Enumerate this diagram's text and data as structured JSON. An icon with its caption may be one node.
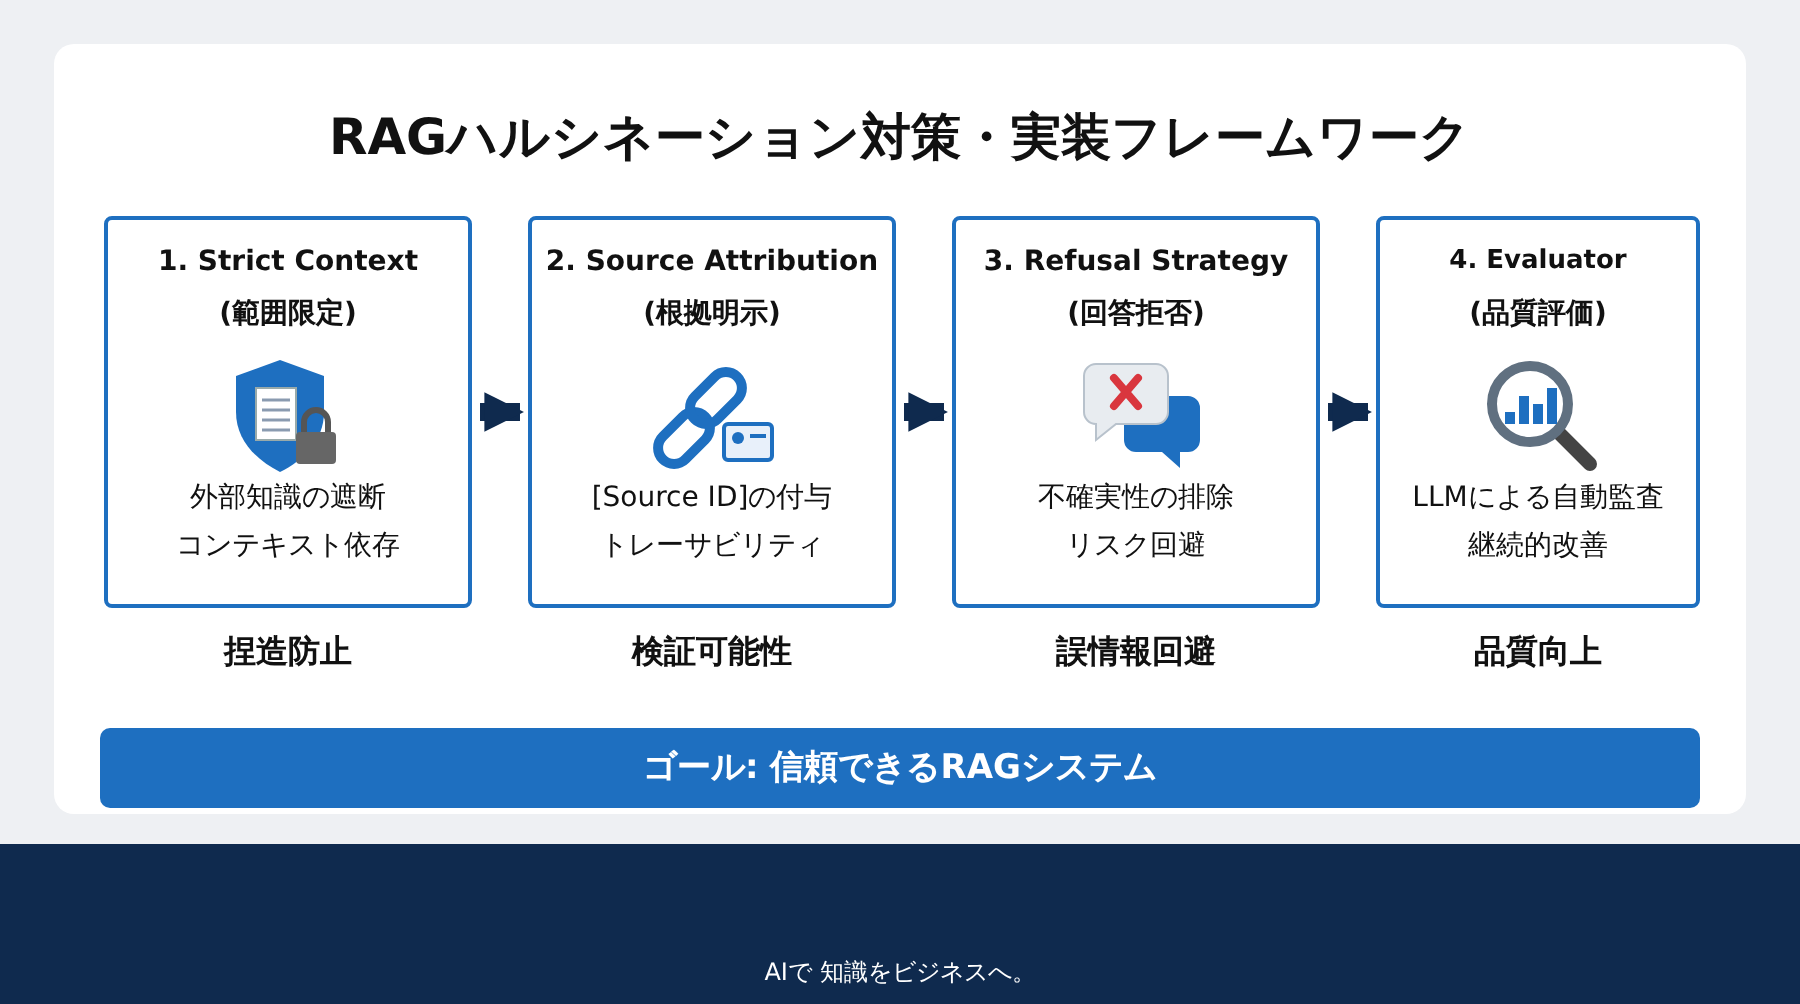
{
  "diagram": {
    "title": "RAGハルシネーション対策・実装フレームワーク",
    "nodes": [
      {
        "text": [
          "1. Strict Context",
          "(範囲限定)",
          "外部知識の遮断",
          "コンテキスト依存"
        ],
        "beside": [
          "捏造防止"
        ]
      },
      {
        "text": [
          "2. Source Attribution",
          "(根拠明示)",
          "[Source ID]の付与",
          "トレーサビリティ"
        ],
        "beside": [
          "検証可能性"
        ]
      },
      {
        "text": [
          "3. Refusal Strategy",
          "(回答拒否)",
          "不確実性の排除",
          "リスク回避"
        ],
        "beside": [
          "誤情報回避"
        ]
      },
      {
        "text": [
          "4. Evaluator",
          "(品質評価)",
          "LLMによる自動監査",
          "継続的改善"
        ],
        "beside": [
          "品質向上"
        ]
      },
      {
        "text": [
          "ゴール: 信頼できるRAGシステム"
        ]
      }
    ],
    "edges": [
      {
        "from": 0,
        "to": 1,
        "arrow": "to"
      },
      {
        "from": 1,
        "to": 2,
        "arrow": "to"
      },
      {
        "from": 2,
        "to": 3,
        "arrow": "to"
      }
    ],
    "labels": [
      "AIで 知識をビジネスへ。"
    ]
  }
}
